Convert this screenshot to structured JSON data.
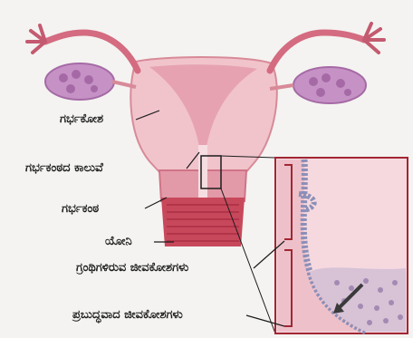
{
  "labels": {
    "uterus": "ಗರ್ಭಕೋಶ",
    "cervical_canal": "ಗರ್ಭಕಂಠದ ಕಾಲುವೆ",
    "cervix": "ಗರ್ಭಕಂಠ",
    "vagina": "ಯೋನಿ",
    "glandular_cells": "ಗ್ರಂಥಿಗಳಿರುವ ಜೀವಕೋಶಗಳು",
    "mature_cells": "ಪ್ರಬುದ್ಧವಾದ ಜೀವಕೋಶಗಳು"
  },
  "colors": {
    "background": "#f4f3f1",
    "uterus_tissue": "#f1c4cc",
    "uterus_edge": "#d88a98",
    "cavity": "#e7a2b1",
    "cervix_pink": "#e39aa8",
    "vagina_red": "#c8485b",
    "vagina_stripe": "#b23449",
    "ovary": "#c692c6",
    "ovary_dot": "#a56aa5",
    "inset_border": "#a22633",
    "label_text": "#1c1c1c"
  }
}
